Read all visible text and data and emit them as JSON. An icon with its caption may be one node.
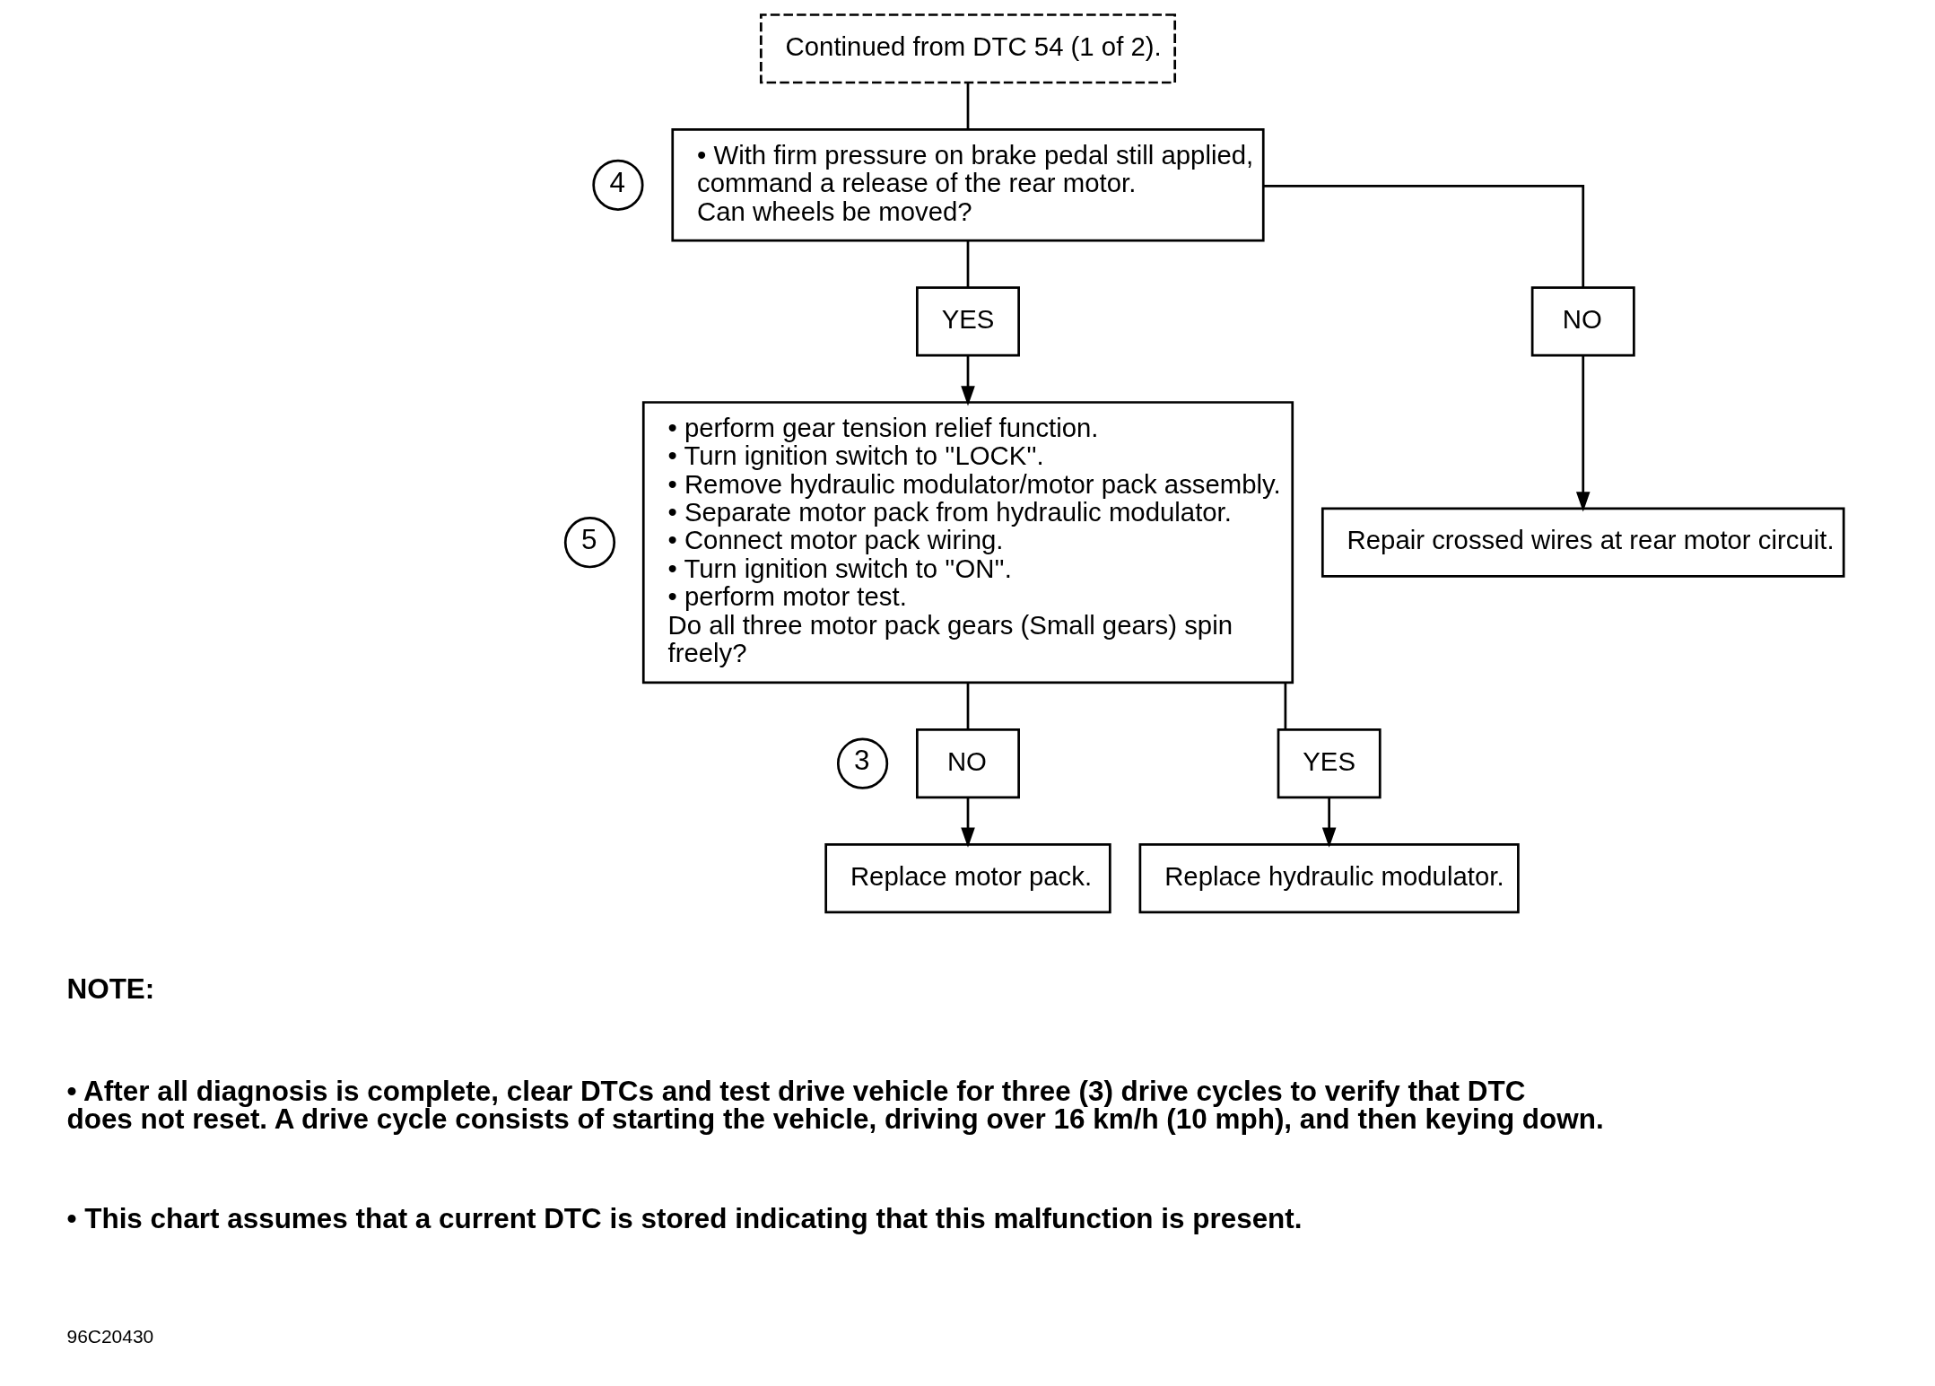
{
  "diagram": {
    "nodes": [
      {
        "text": [
          "Continued from DTC 54 (1 of 2)."
        ]
      },
      {
        "text": [
          "• With firm pressure on brake pedal still applied, command a release of the rear motor.",
          "Can wheels be moved?"
        ],
        "beside": [
          "4"
        ]
      },
      {
        "text": [
          "YES"
        ]
      },
      {
        "text": [
          "NO"
        ]
      },
      {
        "text": [
          "• perform gear tension relief function.",
          "• Turn ignition switch to ''LOCK''.",
          "• Remove hydraulic modulator/motor pack assembly.",
          "• Separate motor pack from hydraulic modulator.",
          "• Connect motor pack wiring.",
          "• Turn ignition switch to ''ON''.",
          "• perform motor test.",
          "Do all three motor pack gears (Small gears) spin freely?"
        ],
        "beside": [
          "5"
        ]
      },
      {
        "text": [
          "Repair crossed wires at rear motor circuit."
        ]
      },
      {
        "text": [
          "NO"
        ],
        "beside": [
          "3"
        ]
      },
      {
        "text": [
          "YES"
        ]
      },
      {
        "text": [
          "Replace motor pack."
        ]
      },
      {
        "text": [
          "Replace hydraulic modulator."
        ]
      }
    ],
    "edges": [
      {
        "from": 0,
        "to": 1,
        "arrow": "none"
      },
      {
        "from": 1,
        "to": 2,
        "arrow": "none"
      },
      {
        "from": 1,
        "to": 3,
        "arrow": "none"
      },
      {
        "from": 2,
        "to": 4,
        "arrow": "to"
      },
      {
        "from": 3,
        "to": 5,
        "arrow": "to"
      },
      {
        "from": 4,
        "to": 6,
        "arrow": "none"
      },
      {
        "from": 4,
        "to": 7,
        "arrow": "none"
      },
      {
        "from": 6,
        "to": 8,
        "arrow": "to"
      },
      {
        "from": 7,
        "to": 9,
        "arrow": "to"
      }
    ],
    "labels": [
      "NOTE:",
      "• After all diagnosis is complete, clear DTCs and test drive vehicle for three (3) drive cycles to verify that DTC does not reset. A drive cycle consists of starting the vehicle, driving over 16 km/h (10 mph), and then keying down.",
      "• This chart assumes that a current DTC is stored indicating that this malfunction is present.",
      "96C20430"
    ]
  }
}
